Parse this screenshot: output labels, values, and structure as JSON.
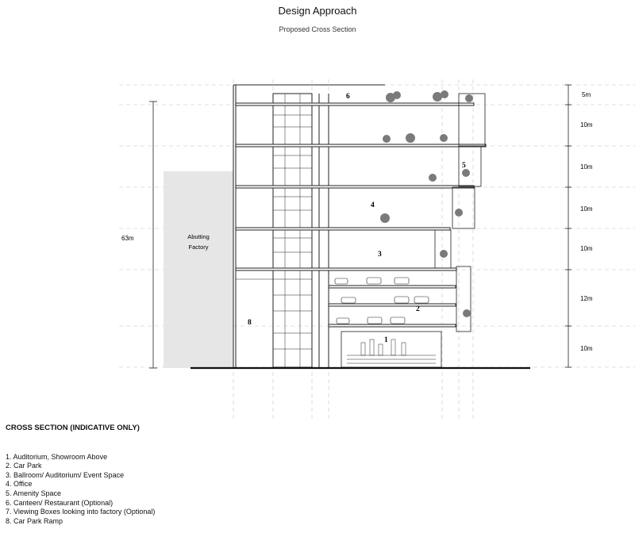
{
  "header": {
    "title": "Design Approach",
    "subtitle": "Proposed Cross Section"
  },
  "overall_height": "63m",
  "abutting": "Abutting\nFactory",
  "floor_heights": [
    "5m",
    "10m",
    "10m",
    "10m",
    "10m",
    "12m",
    "10m"
  ],
  "zone_numbers": [
    "1",
    "2",
    "3",
    "4",
    "5",
    "6",
    "8"
  ],
  "legend": {
    "heading": "CROSS SECTION (INDICATIVE ONLY)",
    "items": [
      "1. Auditorium, Showroom Above",
      "2. Car Park",
      "3. Ballroom/ Auditorium/ Event Space",
      "4. Office",
      "5. Amenity Space",
      "6. Canteen/ Restaurant (Optional)",
      "7. Viewing Boxes looking into factory (Optional)",
      "8. Car Park Ramp"
    ]
  },
  "colors": {
    "line": "#222222",
    "dash": "#bfbfbf",
    "factory": "#e6e6e6",
    "tree": "#7a7a7a"
  }
}
